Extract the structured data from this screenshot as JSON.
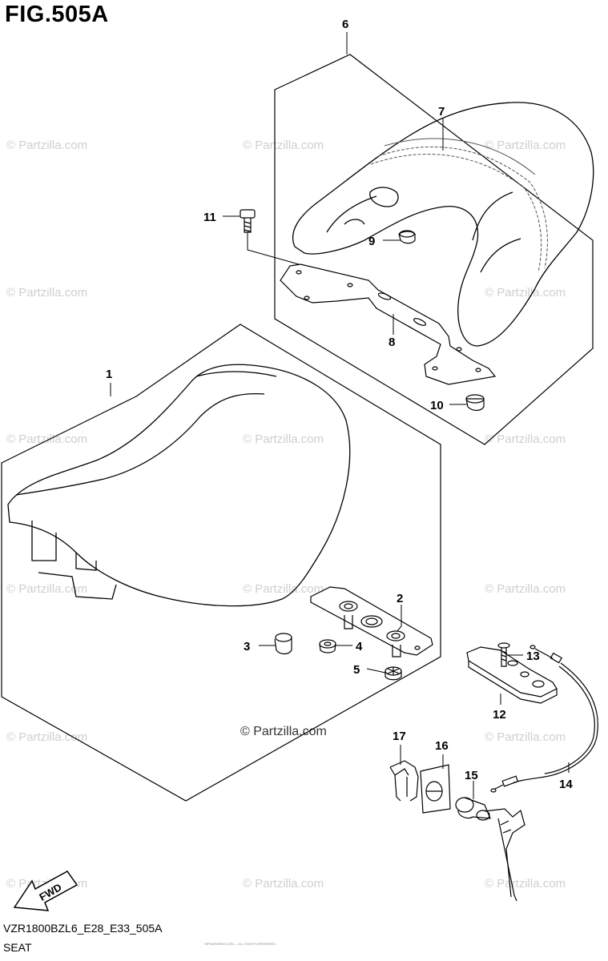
{
  "figure_title": "FIG.505A",
  "footer": {
    "model_code": "VZR1800BZL6_E28_E33_505A",
    "section_name": "SEAT"
  },
  "watermark_text": "© Partzilla.com",
  "center_watermark": "© Partzilla.com",
  "fwd_label": "FWD",
  "fine_print": "HIPS&ROBNS.COM — ALL RIGHTS RESERVED",
  "callouts": {
    "n1": "1",
    "n2": "2",
    "n3": "3",
    "n4": "4",
    "n5": "5",
    "n6": "6",
    "n7": "7",
    "n8": "8",
    "n9": "9",
    "n10": "10",
    "n11": "11",
    "n12": "12",
    "n13": "13",
    "n14": "14",
    "n15": "15",
    "n16": "16",
    "n17": "17"
  },
  "colors": {
    "line": "#000000",
    "watermark": "#cfcfcf"
  }
}
